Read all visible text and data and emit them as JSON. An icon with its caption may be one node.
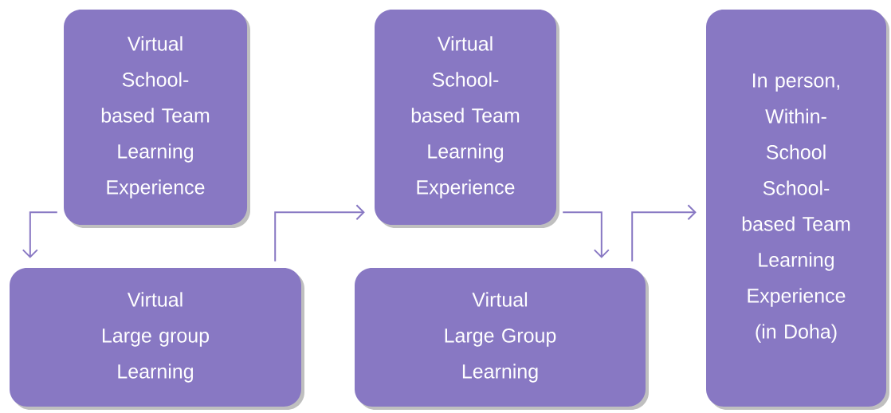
{
  "diagram": {
    "nodes": [
      {
        "text": [
          "Virtual School-based Team Learning Experience"
        ]
      },
      {
        "text": [
          "Virtual Large group Learning"
        ]
      },
      {
        "text": [
          "Virtual School-based Team Learning Experience"
        ]
      },
      {
        "text": [
          "Virtual Large Group Learning"
        ]
      },
      {
        "text": [
          "In person, Within-School School-based Team Learning Experience (in Doha)"
        ]
      }
    ],
    "edges": [
      {
        "from": 0,
        "to": 1,
        "arrow": "to"
      },
      {
        "from": 1,
        "to": 2,
        "arrow": "to"
      },
      {
        "from": 2,
        "to": 3,
        "arrow": "to"
      },
      {
        "from": 3,
        "to": 4,
        "arrow": "to"
      }
    ]
  }
}
